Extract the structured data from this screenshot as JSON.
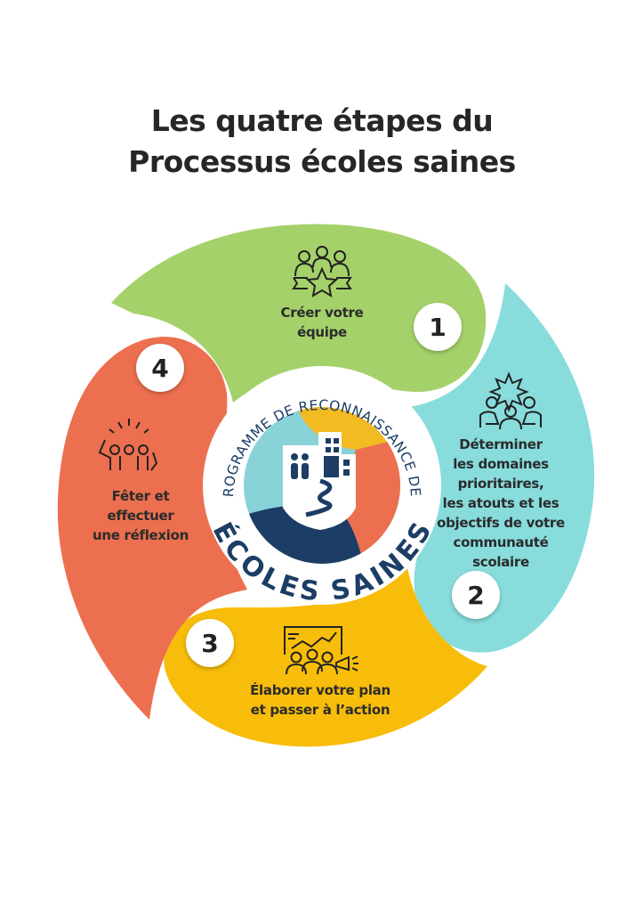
{
  "title": {
    "line1": "Les quatre étapes du",
    "line2": "Processus écoles saines"
  },
  "logo": {
    "arc_text": "PROGRAMME DE RECONNAISSANCE DES",
    "name": "ÉCOLES SAINES"
  },
  "colors": {
    "green": "#a5d16a",
    "teal": "#88dcdc",
    "yellow": "#f7bd0a",
    "red": "#ec6f4f",
    "navy": "#1b3d66"
  },
  "steps": [
    {
      "number": "1",
      "lines": [
        "Créer votre",
        "équipe"
      ],
      "icon": "team-star-icon"
    },
    {
      "number": "2",
      "lines": [
        "Déterminer",
        "les domaines",
        "prioritaires,",
        "les atouts et les",
        "objectifs de votre",
        "communauté",
        "scolaire"
      ],
      "icon": "meeting-idea-icon"
    },
    {
      "number": "3",
      "lines": [
        "Élaborer votre plan",
        "et passer à l’action"
      ],
      "icon": "presentation-megaphone-icon"
    },
    {
      "number": "4",
      "lines": [
        "Fêter et",
        "effectuer",
        "une réflexion"
      ],
      "icon": "celebration-group-icon"
    }
  ]
}
